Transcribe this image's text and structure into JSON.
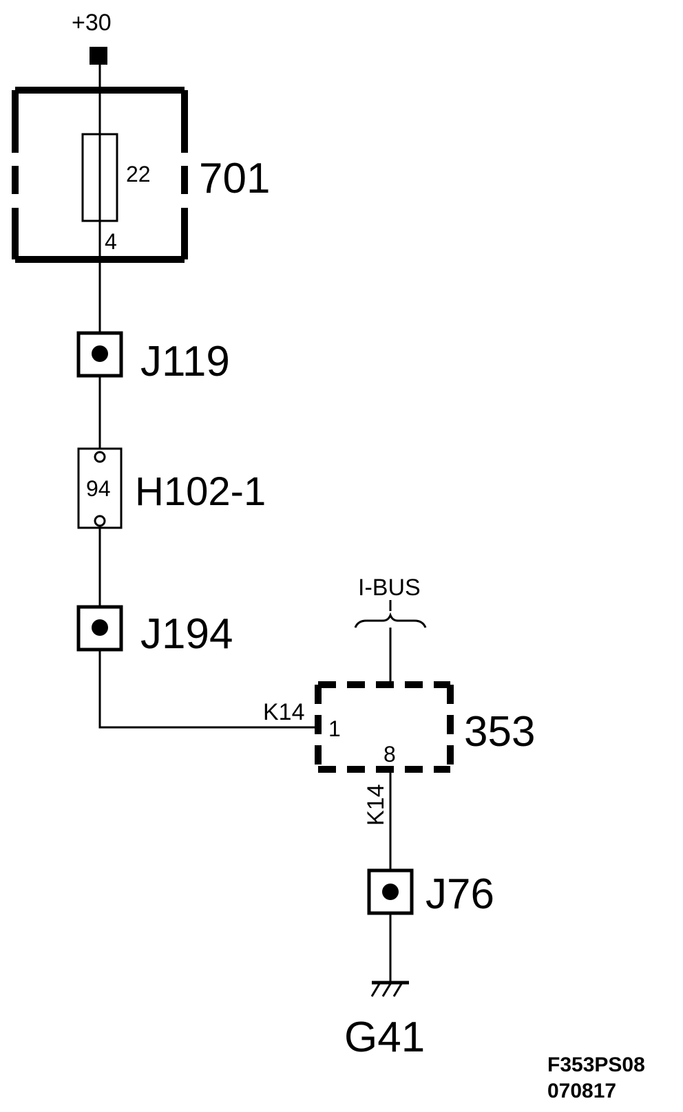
{
  "supply": {
    "label": "+30"
  },
  "fuse_box": {
    "label": "701",
    "fuse_number": "22",
    "pin": "4"
  },
  "connectors": {
    "j119": {
      "label": "J119"
    },
    "h102_1": {
      "label": "H102-1",
      "pin": "94"
    },
    "j194": {
      "label": "J194"
    },
    "j76": {
      "label": "J76"
    }
  },
  "module": {
    "label": "353",
    "pin_in": "1",
    "pin_out": "8"
  },
  "bus": {
    "label": "I-BUS"
  },
  "wires": {
    "k14_horizontal": "K14",
    "k14_vertical": "K14"
  },
  "ground": {
    "label": "G41"
  },
  "footer": {
    "code": "F353PS08",
    "date": "070817"
  },
  "colors": {
    "ink": "#000000",
    "background": "#ffffff"
  }
}
